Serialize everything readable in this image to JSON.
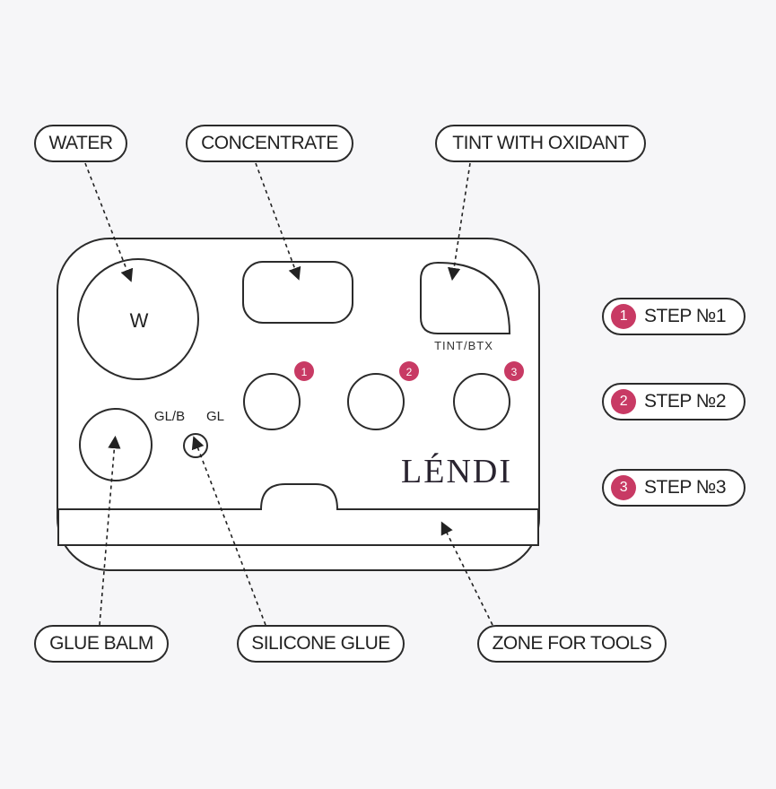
{
  "callouts": {
    "water": "WATER",
    "concentrate": "CONCENTRATE",
    "tint_with_oxidant": "TINT WITH OXIDANT",
    "glue_balm": "GLUE BALM",
    "silicone_glue": "SILICONE GLUE",
    "zone_for_tools": "ZONE FOR TOOLS"
  },
  "palette": {
    "water_well_label": "W",
    "tint_label": "TINT/BTX",
    "glb_label": "GL/B",
    "gl_label": "GL",
    "brand": "LÉNDI",
    "step_badges": [
      "1",
      "2",
      "3"
    ]
  },
  "legend": [
    {
      "number": "1",
      "label": "STEP №1"
    },
    {
      "number": "2",
      "label": "STEP №2"
    },
    {
      "number": "3",
      "label": "STEP №3"
    }
  ],
  "colors": {
    "accent": "#c83a64",
    "stroke": "#2b2b2b",
    "background": "#f6f6f8",
    "fill": "#ffffff"
  }
}
